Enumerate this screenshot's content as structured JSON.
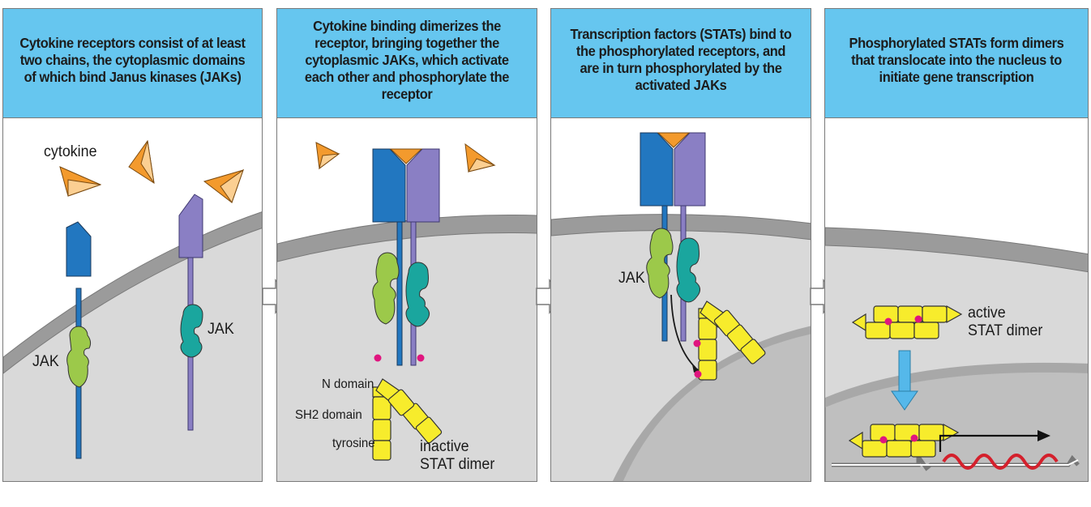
{
  "panels": [
    {
      "header": "Cytokine receptors consist of at least two chains, the cytoplasmic domains of which bind Janus kinases (JAKs)",
      "labels": {
        "cytokine": "cytokine",
        "jak_left": "JAK",
        "jak_right": "JAK"
      }
    },
    {
      "header": "Cytokine binding dimerizes the receptor, bringing together the cytoplasmic JAKs, which activate each other and phosphorylate the receptor",
      "labels": {
        "n_domain": "N domain",
        "sh2_domain": "SH2 domain",
        "tyrosine": "tyrosine",
        "inactive_stat": "inactive\nSTAT dimer"
      }
    },
    {
      "header": "Transcription factors (STATs) bind to the phosphorylated receptors, and are in turn phosphorylated by the activated JAKs",
      "labels": {
        "jak": "JAK"
      }
    },
    {
      "header": "Phosphorylated STATs form dimers that translocate into the nucleus to initiate gene transcription",
      "labels": {
        "active_stat": "active\nSTAT dimer"
      }
    }
  ],
  "colors": {
    "header_bg": "#66c6ef",
    "cytoplasm": "#d9d9d9",
    "membrane": "#9b9b9b",
    "receptor_blue": "#2277c0",
    "receptor_purple": "#8a7fc4",
    "jak_green": "#9cc94a",
    "jak_teal": "#1aa69e",
    "stat_yellow": "#f7ec2c",
    "phosphate": "#e0157f",
    "cytokine_orange": "#f39a2d",
    "arrow_blue": "#55b8ea",
    "mrna_red": "#d4202c"
  }
}
